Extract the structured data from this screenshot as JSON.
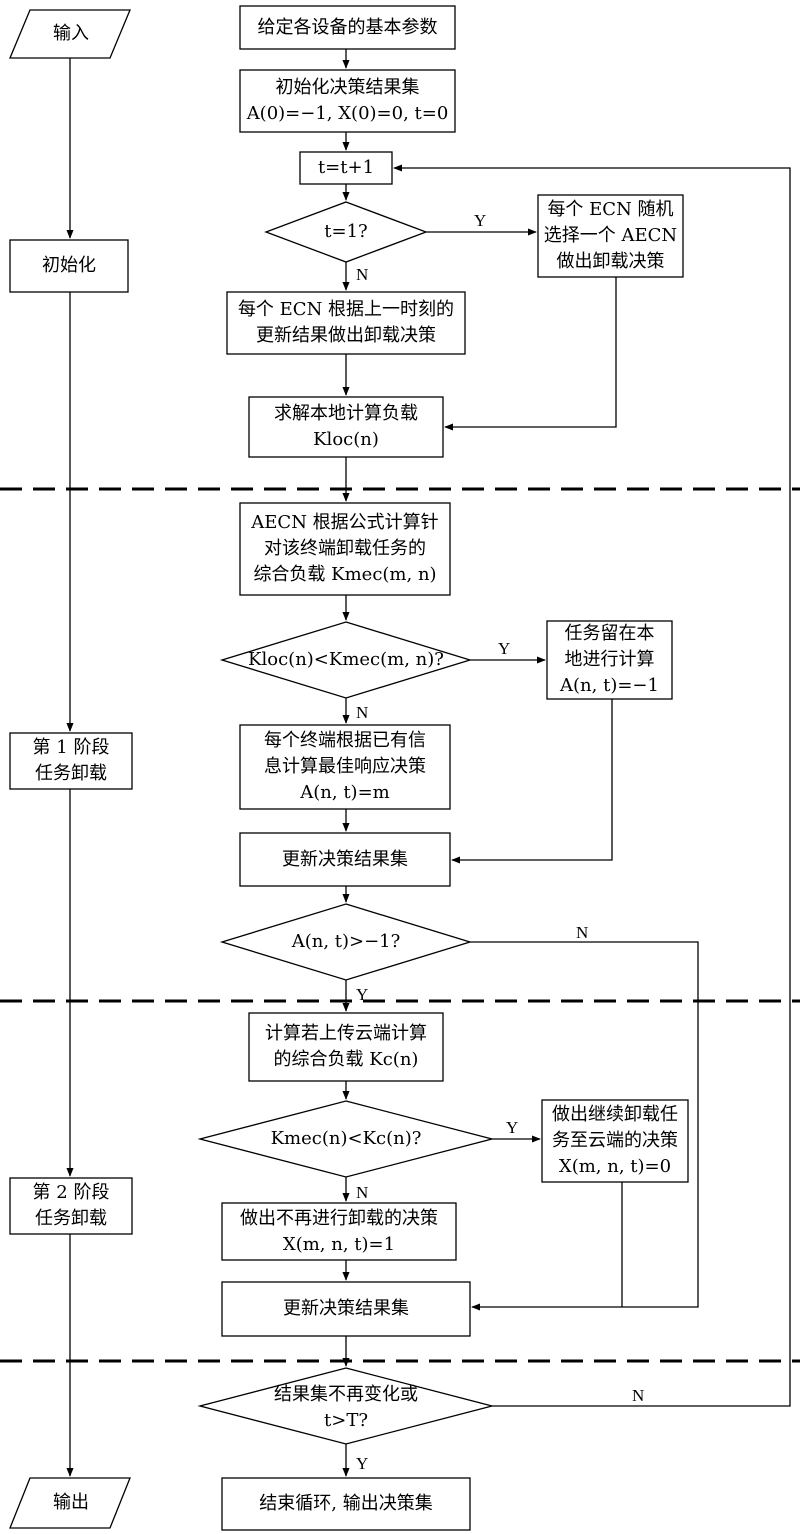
{
  "phases": {
    "input": "输入",
    "init": "初始化",
    "stage1": [
      "第 1 阶段",
      "任务卸载"
    ],
    "stage2": [
      "第 2 阶段",
      "任务卸载"
    ],
    "output": "输出"
  },
  "nodes": {
    "set_params": "给定各设备的基本参数",
    "init_result": [
      "初始化决策结果集",
      "A(0)=−1, X(0)=0, t=0"
    ],
    "t_inc": "t=t+1",
    "t_eq_1": "t=1?",
    "random_offload": [
      "每个 ECN 随机",
      "选择一个 AECN",
      "做出卸载决策"
    ],
    "prev_offload": [
      "每个 ECN 根据上一时刻的",
      "更新结果做出卸载决策"
    ],
    "local_load": [
      "求解本地计算负载",
      "Kloc(n)"
    ],
    "aecn_compute": [
      "AECN 根据公式计算针",
      "对该终端卸载任务的",
      "综合负载 Kmec(m, n)"
    ],
    "compare_loc_mec": "Kloc(n)<Kmec(m, n)?",
    "stay_local": [
      "任务留在本",
      "地进行计算",
      "A(n, t)=−1"
    ],
    "best_response": [
      "每个终端根据已有信",
      "息计算最佳响应决策",
      "A(n, t)=m"
    ],
    "update_1": "更新决策结果集",
    "check_a": "A(n, t)>−1?",
    "cloud_load": [
      "计算若上传云端计算",
      "的综合负载 Kc(n)"
    ],
    "compare_mec_c": "Kmec(n)<Kc(n)?",
    "offload_cloud": [
      "做出继续卸载任",
      "务至云端的决策",
      "X(m, n, t)=0"
    ],
    "no_offload": [
      "做出不再进行卸载的决策",
      "X(m, n, t)=1"
    ],
    "update_2": "更新决策结果集",
    "check_end": [
      "结果集不再变化或",
      "t>T?"
    ],
    "end": "结束循环, 输出决策集"
  },
  "edge_labels": {
    "yes": "Y",
    "no": "N"
  }
}
